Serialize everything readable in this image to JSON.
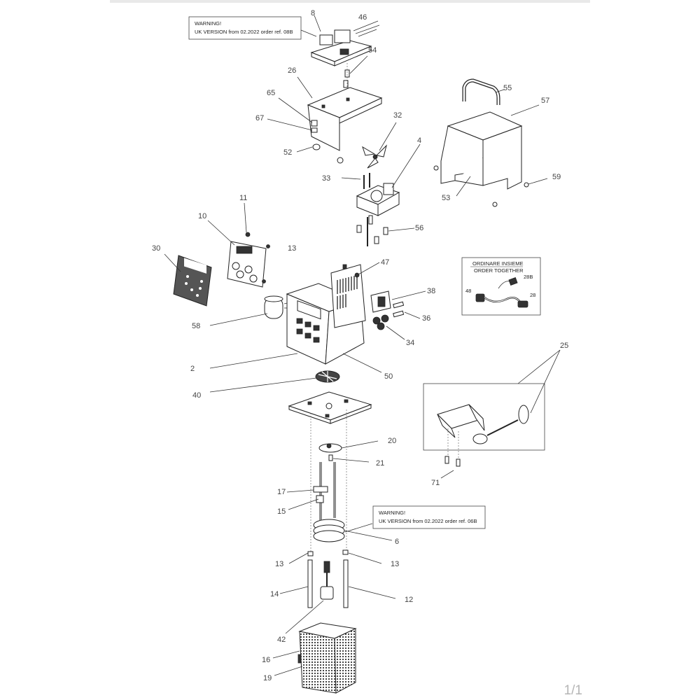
{
  "header": {
    "warning_top_line1": "WARNING!",
    "warning_top_line2": "UK VERSION from 02.2022 order ref. 08B",
    "warning_mid_line1": "WARNING!",
    "warning_mid_line2": "UK VERSION from 02.2022 order ref. 06B"
  },
  "order_box": {
    "title": "ORDINARE INSIEME",
    "subtitle": "ORDER TOGETHER",
    "labels": [
      "48",
      "28B",
      "28"
    ]
  },
  "part_labels": [
    "8",
    "46",
    "54",
    "26",
    "65",
    "67",
    "52",
    "32",
    "4",
    "33",
    "56",
    "55",
    "57",
    "59",
    "53",
    "11",
    "10",
    "30",
    "13",
    "47",
    "38",
    "36",
    "34",
    "58",
    "2",
    "50",
    "40",
    "25",
    "20",
    "21",
    "71",
    "17",
    "15",
    "6",
    "13",
    "13",
    "14",
    "12",
    "42",
    "16",
    "19"
  ],
  "footer": {
    "page": "1/1"
  }
}
